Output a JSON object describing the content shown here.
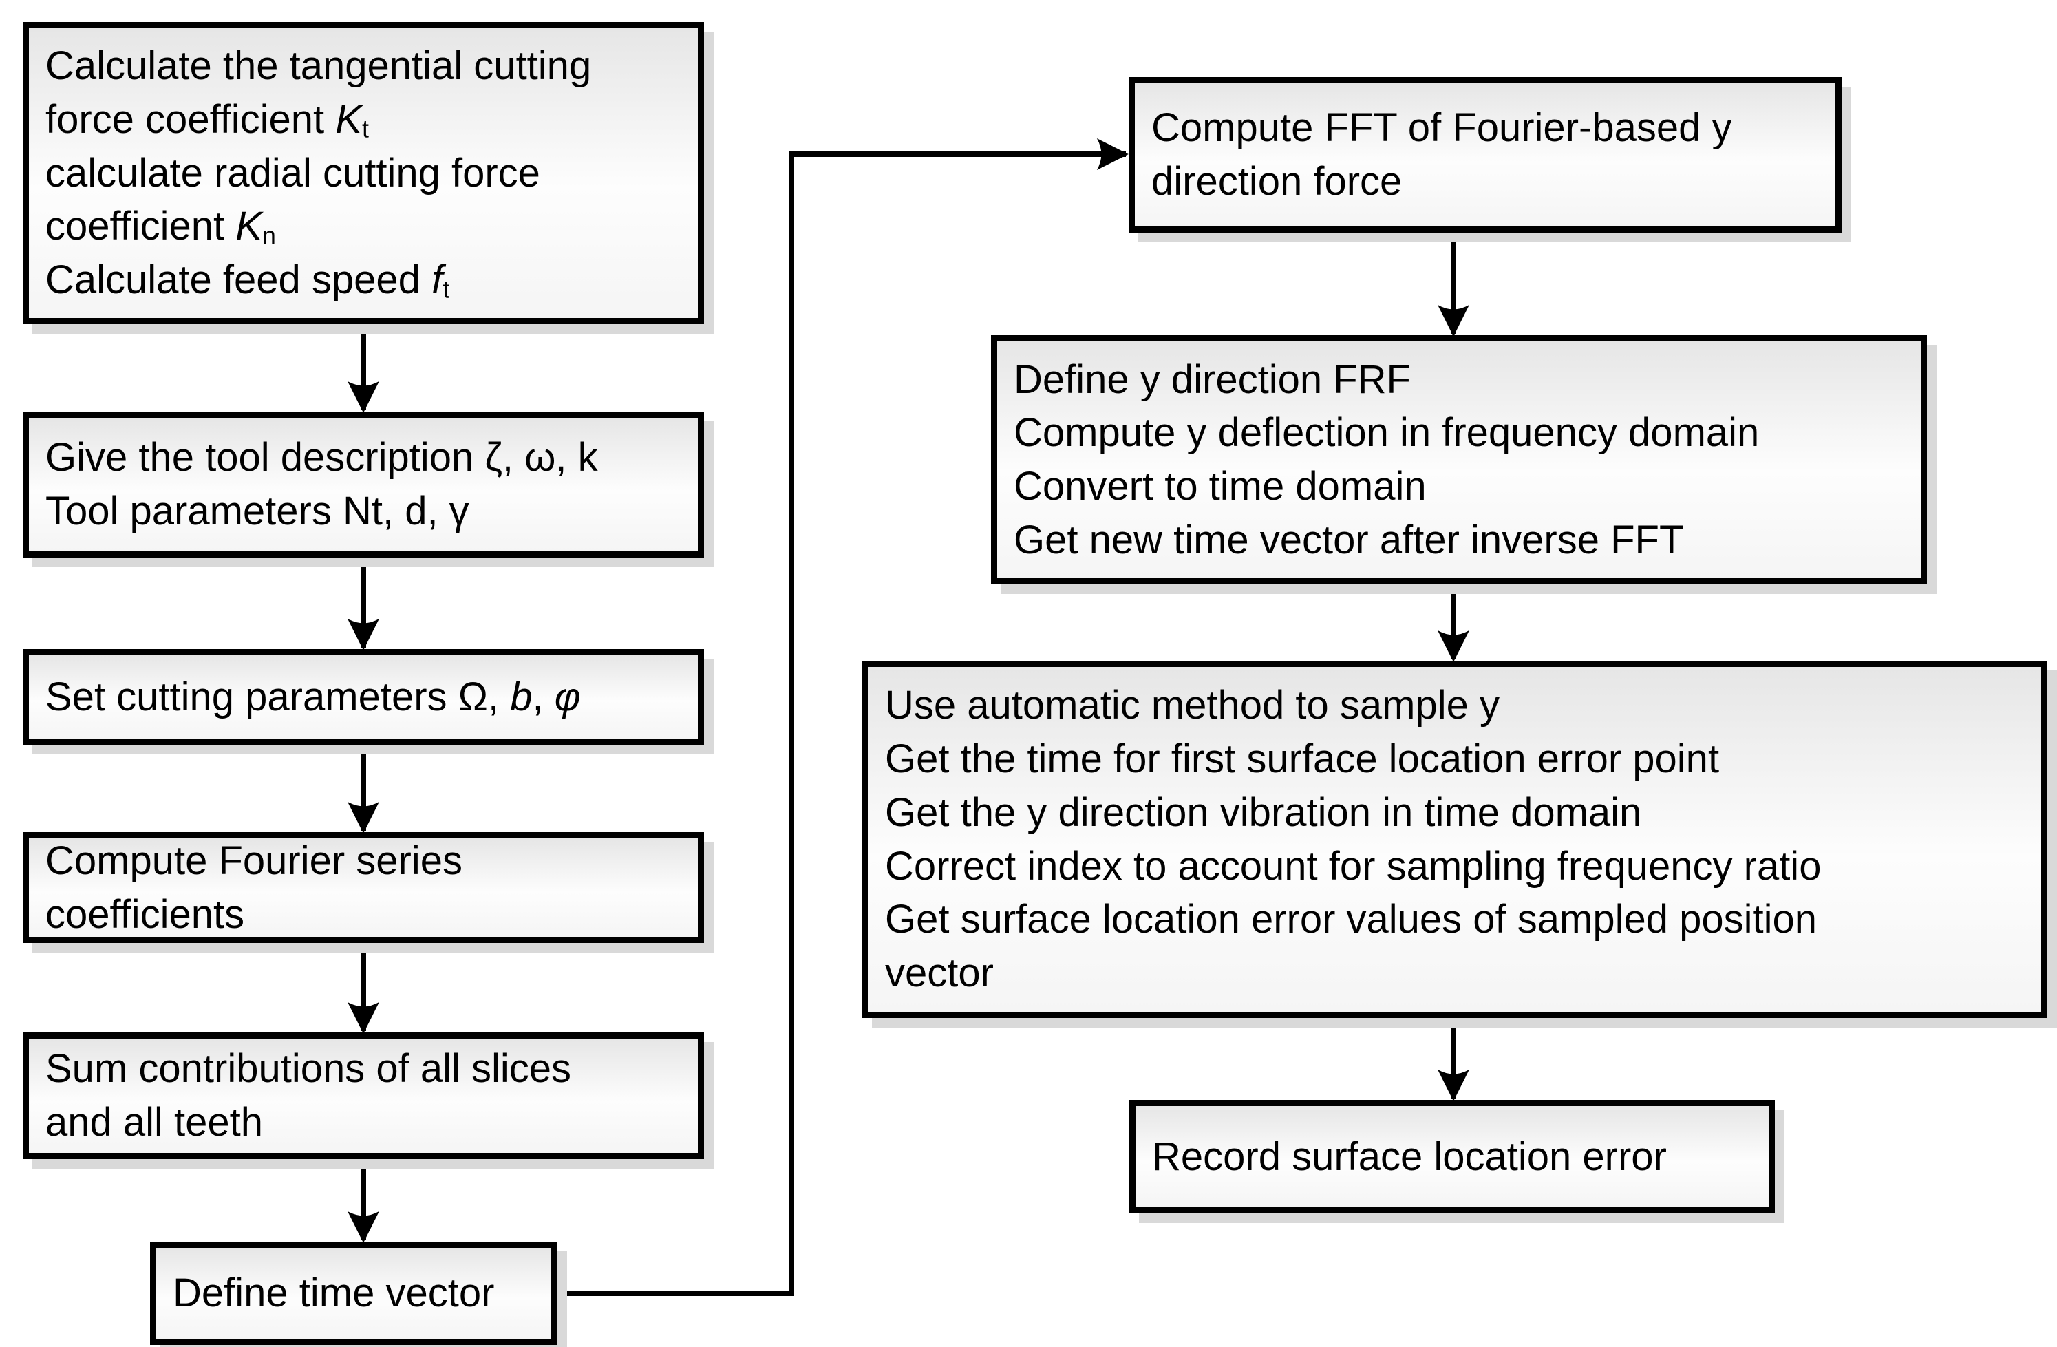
{
  "colors": {
    "border": "#000000",
    "fill_top": "#e6e6e6",
    "fill_mid": "#fdfdfd",
    "fill_bottom": "#f5f5f5",
    "shadow": "#d9d9d9",
    "arrow": "#000000",
    "background": "#ffffff",
    "text": "#000000"
  },
  "diagram": {
    "type": "flowchart",
    "nodes": [
      {
        "id": "calc-force-coefficients",
        "lines": [
          [
            {
              "t": "Calculate the tangential cutting"
            }
          ],
          [
            {
              "t": "force coefficient "
            },
            {
              "t": "K",
              "s": "i"
            },
            {
              "t": "t",
              "s": "sub"
            }
          ],
          [
            {
              "t": "calculate radial cutting force"
            }
          ],
          [
            {
              "t": "coefficient "
            },
            {
              "t": "K",
              "s": "i"
            },
            {
              "t": "n",
              "s": "sub"
            }
          ],
          [
            {
              "t": "Calculate feed speed "
            },
            {
              "t": "f",
              "s": "i"
            },
            {
              "t": "t",
              "s": "sub"
            }
          ]
        ]
      },
      {
        "id": "tool-description",
        "lines": [
          [
            {
              "t": "Give the tool description ζ, ω, k"
            }
          ],
          [
            {
              "t": "Tool parameters Nt, d, γ"
            }
          ]
        ]
      },
      {
        "id": "set-cutting-parameters",
        "lines": [
          [
            {
              "t": "Set cutting parameters Ω, "
            },
            {
              "t": "b",
              "s": "i"
            },
            {
              "t": ", "
            },
            {
              "t": "φ",
              "s": "i"
            }
          ]
        ]
      },
      {
        "id": "compute-fourier-coefficients",
        "lines": [
          [
            {
              "t": "Compute Fourier series"
            }
          ],
          [
            {
              "t": "coefficients"
            }
          ]
        ]
      },
      {
        "id": "sum-contributions",
        "lines": [
          [
            {
              "t": "Sum contributions of all slices"
            }
          ],
          [
            {
              "t": "and all teeth"
            }
          ]
        ]
      },
      {
        "id": "define-time-vector",
        "lines": [
          [
            {
              "t": "Define time vector"
            }
          ]
        ]
      },
      {
        "id": "compute-fft",
        "lines": [
          [
            {
              "t": "Compute FFT of Fourier-based y"
            }
          ],
          [
            {
              "t": "direction force"
            }
          ]
        ]
      },
      {
        "id": "define-y-frf",
        "lines": [
          [
            {
              "t": "Define y direction FRF"
            }
          ],
          [
            {
              "t": "Compute y deflection in frequency domain"
            }
          ],
          [
            {
              "t": "Convert to time domain"
            }
          ],
          [
            {
              "t": "Get new time vector after inverse FFT"
            }
          ]
        ]
      },
      {
        "id": "sample-y",
        "lines": [
          [
            {
              "t": "Use automatic method to sample y"
            }
          ],
          [
            {
              "t": "Get the time for first surface location error point"
            }
          ],
          [
            {
              "t": "Get the y direction vibration in time domain"
            }
          ],
          [
            {
              "t": "Correct index to account for sampling frequency ratio"
            }
          ],
          [
            {
              "t": "Get surface location error values of sampled position"
            }
          ],
          [
            {
              "t": "vector"
            }
          ]
        ]
      },
      {
        "id": "record-surface-location-error",
        "lines": [
          [
            {
              "t": "Record surface location error"
            }
          ]
        ]
      }
    ],
    "edges": [
      {
        "from": "calc-force-coefficients",
        "to": "tool-description"
      },
      {
        "from": "tool-description",
        "to": "set-cutting-parameters"
      },
      {
        "from": "set-cutting-parameters",
        "to": "compute-fourier-coefficients"
      },
      {
        "from": "compute-fourier-coefficients",
        "to": "sum-contributions"
      },
      {
        "from": "sum-contributions",
        "to": "define-time-vector"
      },
      {
        "from": "define-time-vector",
        "to": "compute-fft"
      },
      {
        "from": "compute-fft",
        "to": "define-y-frf"
      },
      {
        "from": "define-y-frf",
        "to": "sample-y"
      },
      {
        "from": "sample-y",
        "to": "record-surface-location-error"
      }
    ]
  }
}
